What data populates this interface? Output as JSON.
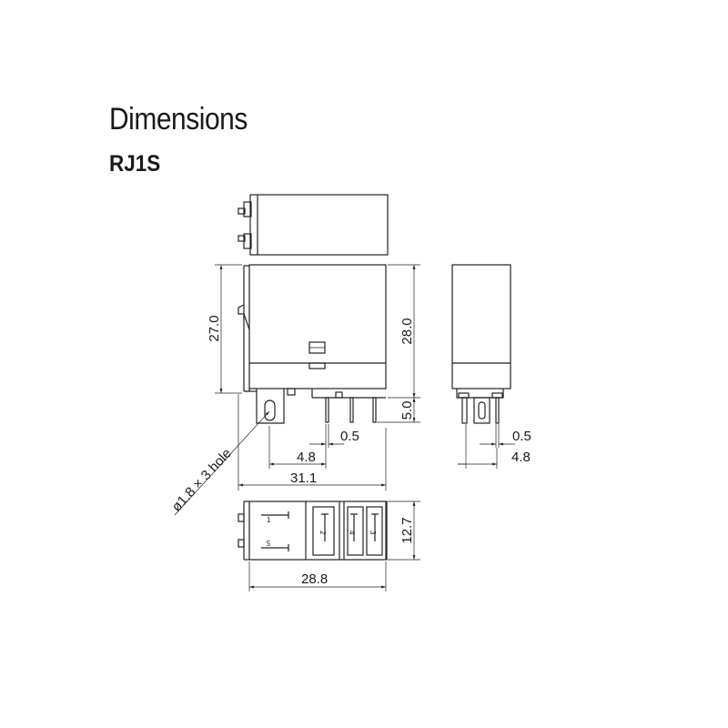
{
  "header": {
    "title": "Dimensions",
    "model": "RJ1S"
  },
  "dimensions": {
    "height_left": "27.0",
    "height_right": "28.0",
    "pin_length": "5.0",
    "pin_thickness": "0.5",
    "pin_pitch": "4.8",
    "overall_length": "31.1",
    "hole_note": "ø1.8 × 3 hole",
    "side_pin_thickness": "0.5",
    "side_pin_pitch": "4.8",
    "bottom_width": "12.7",
    "bottom_length": "28.8"
  },
  "terminals": {
    "t1": "1",
    "t2": "2",
    "t3": "3",
    "t4": "4",
    "t5": "5"
  }
}
